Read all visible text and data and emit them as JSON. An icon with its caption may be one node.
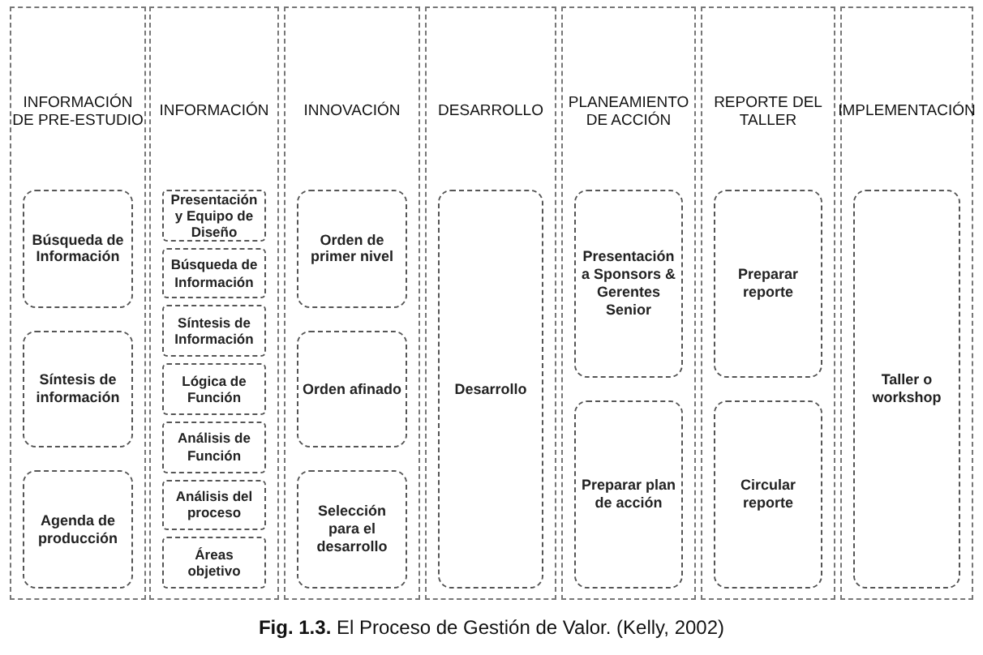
{
  "diagram": {
    "caption": "**Fig. 1.3.** El Proceso de Gestión de Valor. (Kelly, 2002)",
    "nodes": [
      {
        "text": [
          "INFORMACIÓN DE PRE-ESTUDIO"
        ]
      },
      {
        "text": [
          "Búsqueda de Información"
        ],
        "in": 0
      },
      {
        "text": [
          "Síntesis de información"
        ],
        "in": 0
      },
      {
        "text": [
          "Agenda de producción"
        ],
        "in": 0
      },
      {
        "text": [
          "INFORMACIÓN"
        ]
      },
      {
        "text": [
          "Presentación y Equipo de Diseño"
        ],
        "in": 4
      },
      {
        "text": [
          "Búsqueda de Información"
        ],
        "in": 4
      },
      {
        "text": [
          "Síntesis de Información"
        ],
        "in": 4
      },
      {
        "text": [
          "Lógica de Función"
        ],
        "in": 4
      },
      {
        "text": [
          "Análisis de Función"
        ],
        "in": 4
      },
      {
        "text": [
          "Análisis del proceso"
        ],
        "in": 4
      },
      {
        "text": [
          "Áreas objetivo"
        ],
        "in": 4
      },
      {
        "text": [
          "INNOVACIÓN"
        ]
      },
      {
        "text": [
          "Orden de primer nivel"
        ],
        "in": 12
      },
      {
        "text": [
          "Orden afinado"
        ],
        "in": 12
      },
      {
        "text": [
          "Selección para el desarrollo"
        ],
        "in": 12
      },
      {
        "text": [
          "DESARROLLO"
        ]
      },
      {
        "text": [
          "Desarrollo"
        ],
        "in": 16
      },
      {
        "text": [
          "PLANEAMIENTO DE ACCIÓN"
        ]
      },
      {
        "text": [
          "Presentación a Sponsors & Gerentes Senior"
        ],
        "in": 18
      },
      {
        "text": [
          "Preparar plan de acción"
        ],
        "in": 18
      },
      {
        "text": [
          "REPORTE DEL TALLER"
        ]
      },
      {
        "text": [
          "Preparar reporte"
        ],
        "in": 21
      },
      {
        "text": [
          "Circular reporte"
        ],
        "in": 21
      },
      {
        "text": [
          "IMPLEMENTACIÓN"
        ]
      },
      {
        "text": [
          "Taller o workshop"
        ],
        "in": 24
      }
    ]
  }
}
